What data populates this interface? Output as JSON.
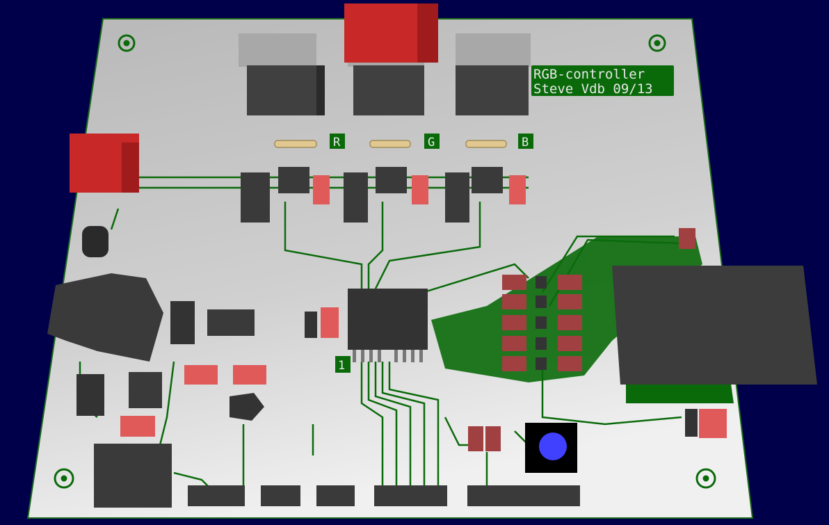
{
  "board": {
    "label_line1": "RGB-controller",
    "label_line2": "Steve Vdb 09/13",
    "channel_labels": [
      "R",
      "G",
      "B"
    ],
    "pin1_marker": "1"
  },
  "colors": {
    "background": "#00004a",
    "board": "#c8c8c8",
    "trace": "#0a6a0a",
    "component_dark": "#3a3a3a",
    "component_red": "#c82828",
    "smd_pink": "#e05a5a",
    "button_cap": "#4040ff"
  }
}
